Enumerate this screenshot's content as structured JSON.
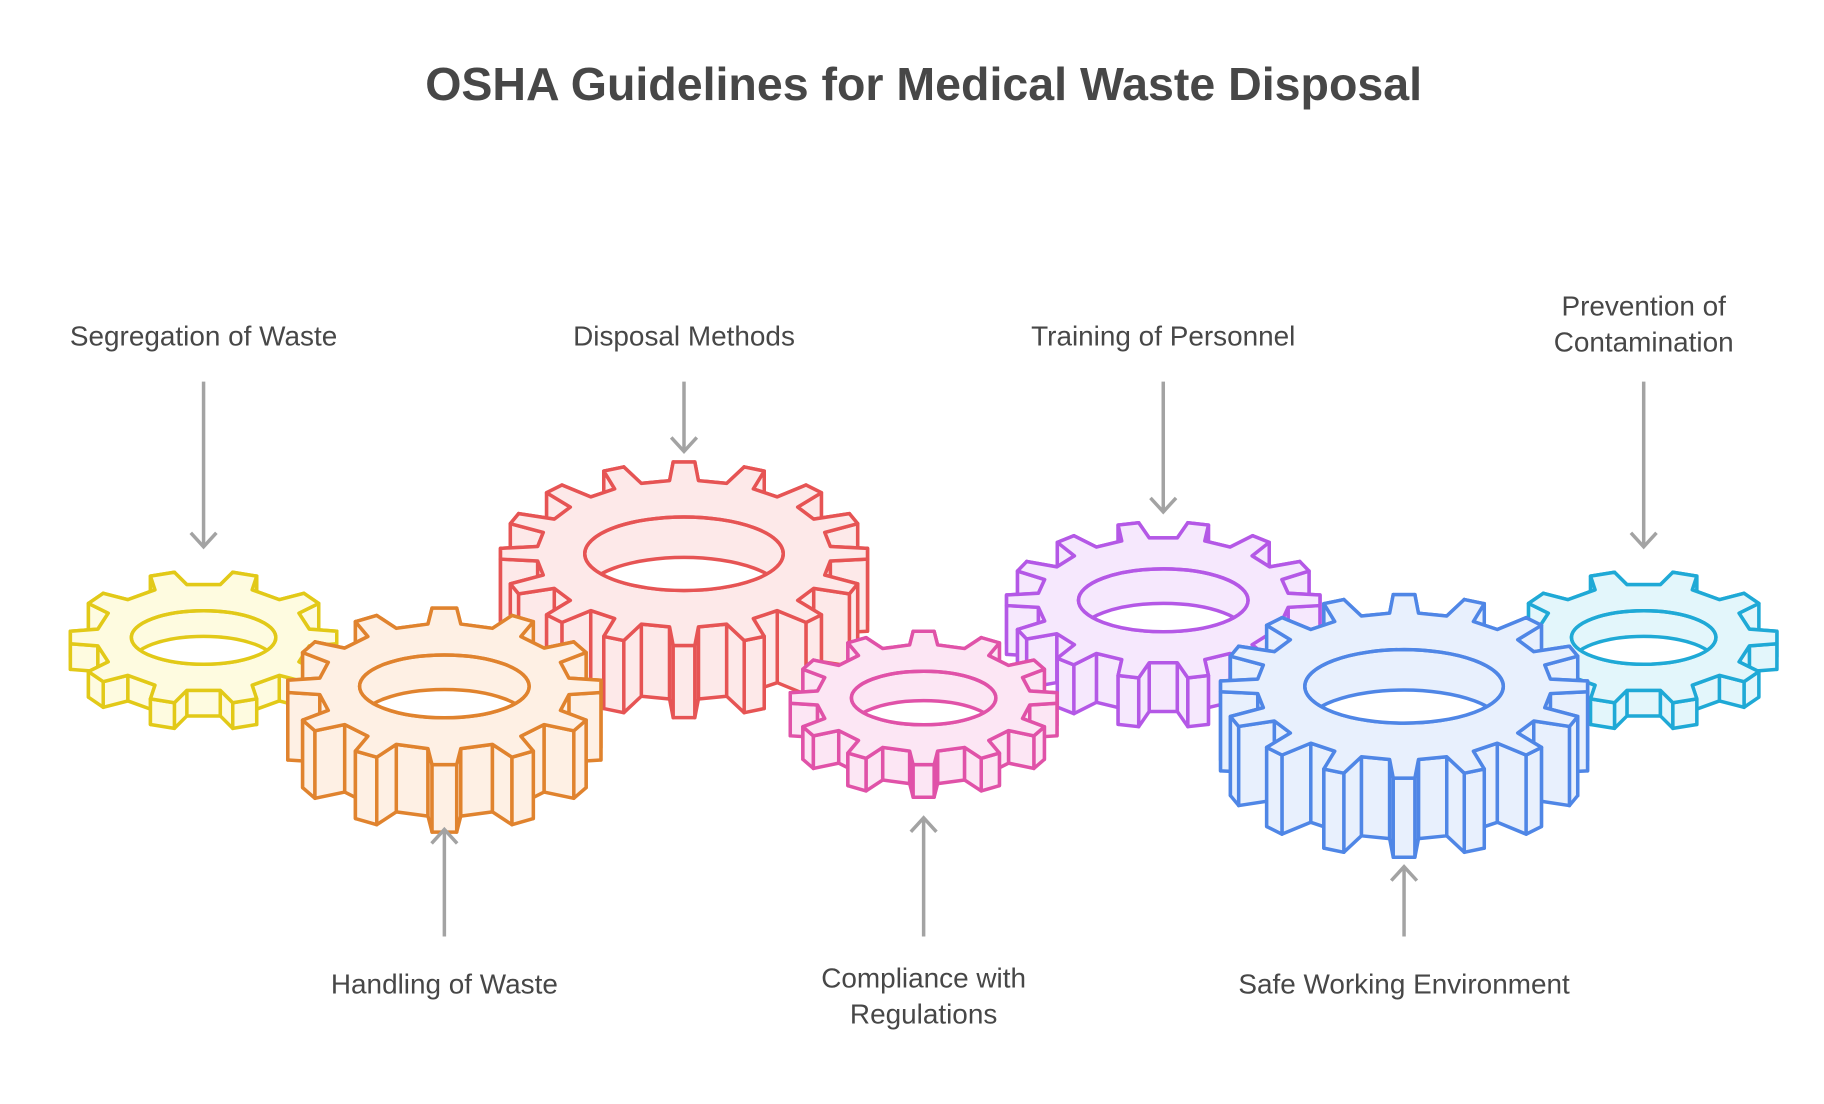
{
  "title": "OSHA Guidelines for Medical Waste Disposal",
  "gears": [
    {
      "id": "segregation",
      "label_lines": [
        "Segregation of Waste"
      ],
      "label_pos": "top",
      "stroke": "#e2c918",
      "fill": "#fefbe0",
      "teeth": 10
    },
    {
      "id": "disposal",
      "label_lines": [
        "Disposal Methods"
      ],
      "label_pos": "top",
      "stroke": "#e65454",
      "fill": "#fde9e9",
      "teeth": 16
    },
    {
      "id": "training",
      "label_lines": [
        "Training of Personnel"
      ],
      "label_pos": "top",
      "stroke": "#b458e6",
      "fill": "#f6e8fd",
      "teeth": 14
    },
    {
      "id": "prevention",
      "label_lines": [
        "Prevention of",
        "Contamination"
      ],
      "label_pos": "top",
      "stroke": "#1fa9d6",
      "fill": "#e3f6fb",
      "teeth": 10
    },
    {
      "id": "handling",
      "label_lines": [
        "Handling of Waste"
      ],
      "label_pos": "bottom",
      "stroke": "#e0832e",
      "fill": "#fef0e4",
      "teeth": 12
    },
    {
      "id": "compliance",
      "label_lines": [
        "Compliance with",
        "Regulations"
      ],
      "label_pos": "bottom",
      "stroke": "#e052a8",
      "fill": "#fce6f4",
      "teeth": 12
    },
    {
      "id": "safe",
      "label_lines": [
        "Safe Working Environment"
      ],
      "label_pos": "bottom",
      "stroke": "#4f86e6",
      "fill": "#e8f0fd",
      "teeth": 16
    }
  ]
}
